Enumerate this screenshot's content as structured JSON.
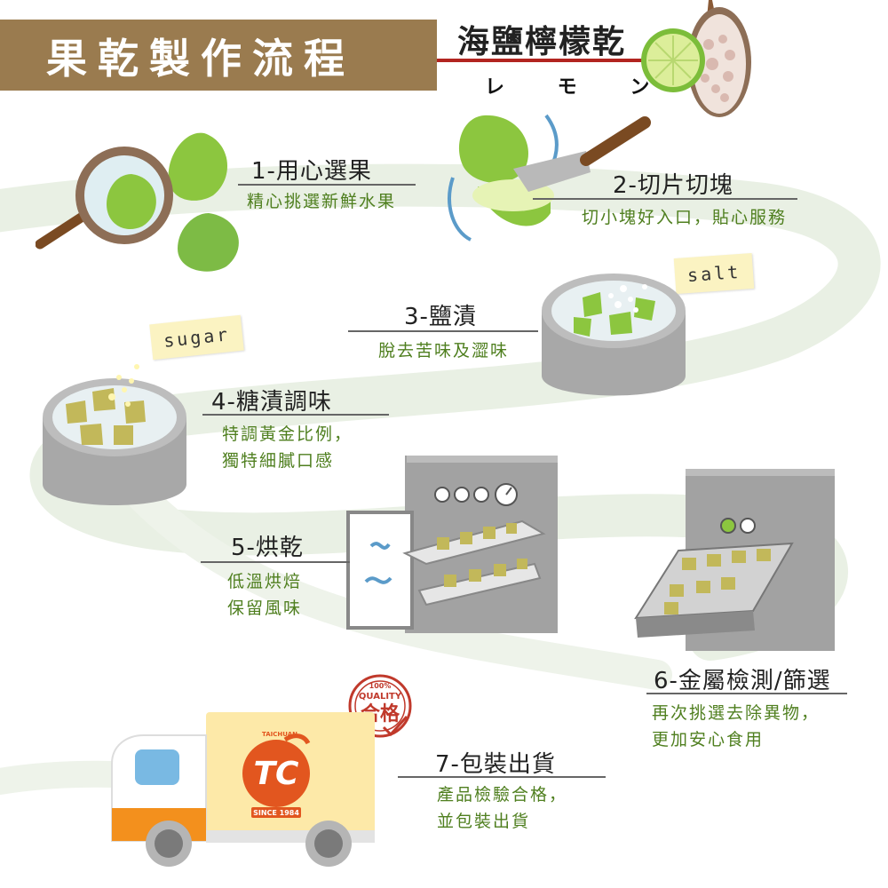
{
  "header": {
    "process_title": "果乾製作流程",
    "product_name": "海鹽檸檬乾",
    "product_katakana": "レ モ ン"
  },
  "steps": [
    {
      "title": "1-用心選果",
      "desc": [
        "精心挑選新鮮水果"
      ]
    },
    {
      "title": "2-切片切塊",
      "desc": [
        "切小塊好入口，貼心服務"
      ]
    },
    {
      "title": "3-鹽漬",
      "desc": [
        "脫去苦味及澀味"
      ]
    },
    {
      "title": "4-糖漬調味",
      "desc": [
        "特調黃金比例，",
        "獨特細膩口感"
      ]
    },
    {
      "title": "5-烘乾",
      "desc": [
        "低溫烘焙",
        "保留風味"
      ]
    },
    {
      "title": "6-金屬檢測/篩選",
      "desc": [
        "再次挑選去除異物，",
        "更加安心食用"
      ]
    },
    {
      "title": "7-包裝出貨",
      "desc": [
        "產品檢驗合格，",
        "並包裝出貨"
      ]
    }
  ],
  "notes": {
    "salt": "salt",
    "sugar": "sugar"
  },
  "stamp": {
    "top": "100%",
    "middle": "QUALITY",
    "main": "合格"
  },
  "logo": {
    "letters": "TC",
    "arc": "TAICHUAN",
    "since": "SINCE 1984"
  },
  "colors": {
    "banner": "#9a7b4f",
    "accent_line": "#b22420",
    "desc_text": "#4f7f1f",
    "lime": "#8cc63f",
    "pot": "#a8a8a8",
    "oven": "#a2a2a2"
  },
  "icons": [
    "magnifier-icon",
    "lime-icon",
    "knife-icon",
    "salt-spoon-icon",
    "pot-icon",
    "oven-icon",
    "metal-detector-icon",
    "truck-icon",
    "quality-stamp-icon",
    "logo-icon"
  ]
}
